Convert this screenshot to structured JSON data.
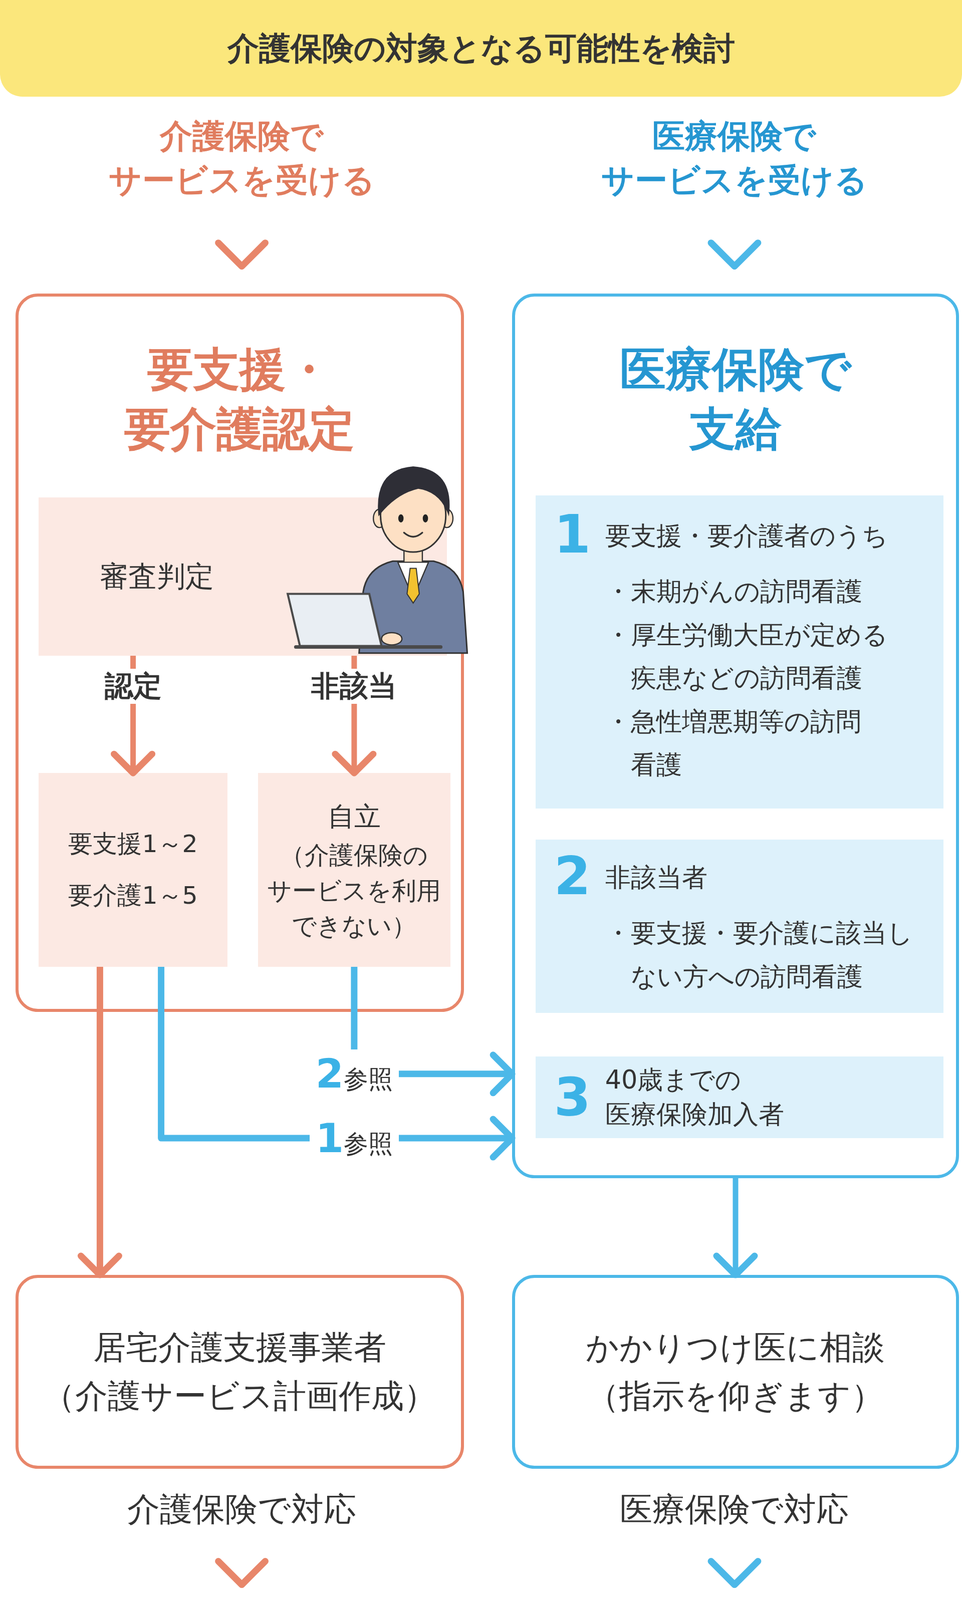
{
  "diagram": {
    "title": "介護保険の対象となる可能性を検討",
    "nodes": [
      {
        "text": [
          "要支援・ 要介護認定"
        ]
      },
      {
        "text": [
          "審査判定"
        ],
        "in": 0
      },
      {
        "text": [
          "要支援1～2 要介護1～5"
        ],
        "in": 0
      },
      {
        "text": [
          "自立",
          "（介護保険の サービスを利用 できない）"
        ],
        "in": 0
      },
      {
        "text": [
          "医療保険で 支給"
        ]
      },
      {
        "text": [
          "1",
          "要支援・要介護者のうち",
          "・末期がんの訪問看護",
          "・厚生労働大臣が定める 疾患などの訪問看護",
          "・急性増悪期等の訪問 看護"
        ],
        "in": 4
      },
      {
        "text": [
          "2",
          "非該当者",
          "・要支援・要介護に該当し ない方への訪問看護"
        ],
        "in": 4
      },
      {
        "text": [
          "3",
          "40歳までの 医療保険加入者"
        ],
        "in": 4
      },
      {
        "text": [
          "居宅介護支援事業者 （介護サービス計画作成）"
        ]
      },
      {
        "text": [
          "かかりつけ医に相談 （指示を仰ぎます）"
        ]
      }
    ],
    "edges": [
      {
        "from": 1,
        "to": 2,
        "label": "認定",
        "arrow": "to"
      },
      {
        "from": 1,
        "to": 3,
        "label": "非該当",
        "arrow": "to"
      },
      {
        "from": 2,
        "to": 8,
        "arrow": "to"
      },
      {
        "from": 2,
        "to": 4,
        "label": "1参照",
        "arrow": "to"
      },
      {
        "from": 3,
        "to": 4,
        "label": "2参照",
        "arrow": "to"
      },
      {
        "from": 4,
        "to": 9,
        "arrow": "to"
      }
    ],
    "labels": [
      "介護保険で サービスを受ける",
      "医療保険で サービスを受ける",
      "介護保険で対応",
      "医療保険で対応"
    ]
  }
}
